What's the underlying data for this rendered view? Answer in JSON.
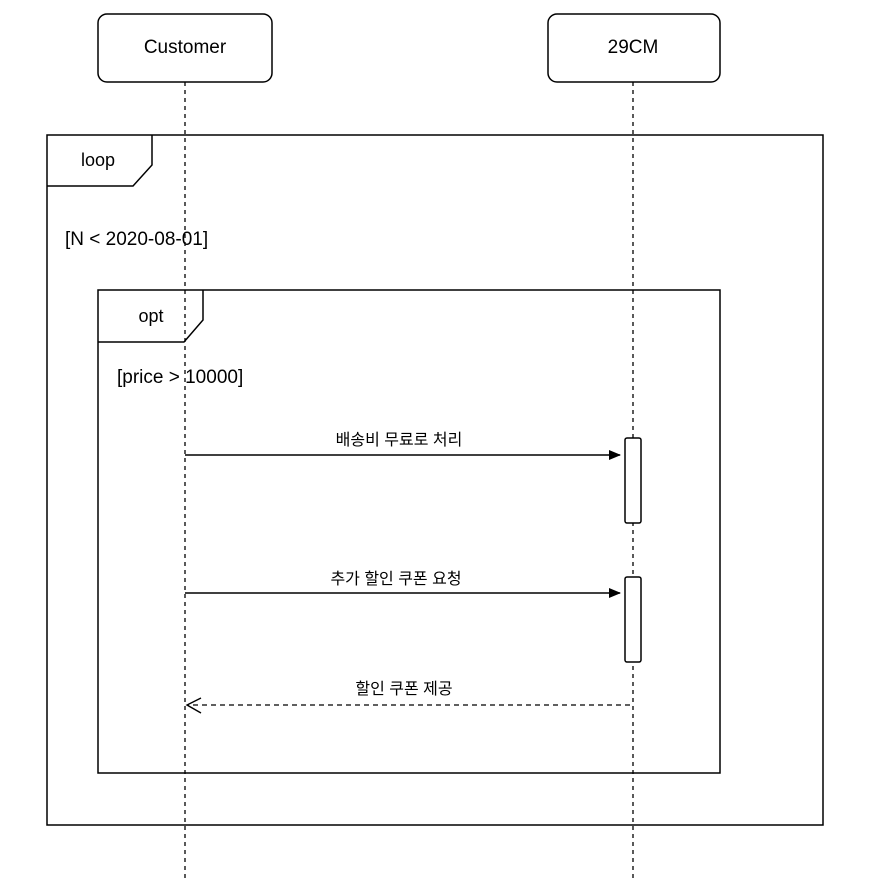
{
  "participants": {
    "customer": "Customer",
    "service": "29CM"
  },
  "frames": {
    "loop": {
      "keyword": "loop",
      "guard": "[N < 2020-08-01]"
    },
    "opt": {
      "keyword": "opt",
      "guard": "[price > 10000]"
    }
  },
  "messages": [
    {
      "from": "Customer",
      "to": "29CM",
      "label": "배송비 무료로 처리",
      "style": "solid"
    },
    {
      "from": "Customer",
      "to": "29CM",
      "label": "추가 할인 쿠폰 요청",
      "style": "solid"
    },
    {
      "from": "29CM",
      "to": "Customer",
      "label": "할인 쿠폰 제공",
      "style": "dashed"
    }
  ]
}
